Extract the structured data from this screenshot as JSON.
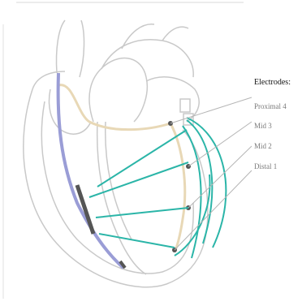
{
  "legend": {
    "header": "Electrodes:",
    "items": [
      {
        "label": "Proximal 4"
      },
      {
        "label": "Mid 3"
      },
      {
        "label": "Mid 2"
      },
      {
        "label": "Distal 1"
      }
    ]
  },
  "colors": {
    "outline": "#c9c9c9",
    "pacing_lead": "#9a9dd6",
    "electrode_band": "#555555",
    "coronary_sinus_lead": "#e8d8b6",
    "vector": "#2bb5a8",
    "leader_line": "#b5b5b5"
  }
}
